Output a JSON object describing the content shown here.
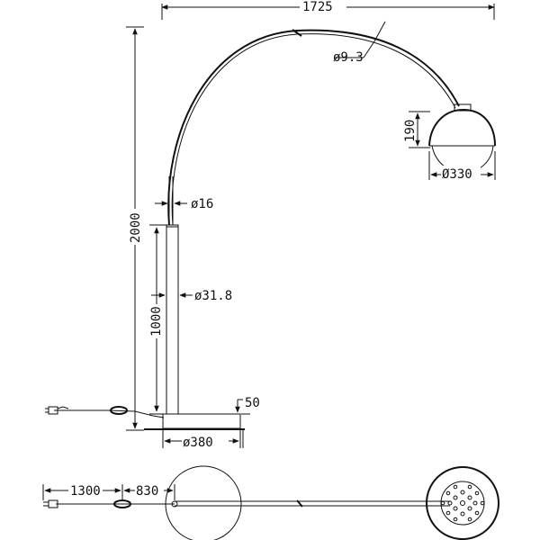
{
  "dimensions": {
    "total_width": "1725",
    "arc_tube_diameter": "ø9.3",
    "shade_height": "190",
    "shade_diameter": "Ø330",
    "upper_pole_diameter": "ø16",
    "total_height": "2000",
    "lower_pole_diameter": "ø31.8",
    "lower_pole_height": "1000",
    "base_height": "50",
    "base_diameter": "ø380",
    "cable_length": "1300",
    "cable_to_switch": "830"
  }
}
